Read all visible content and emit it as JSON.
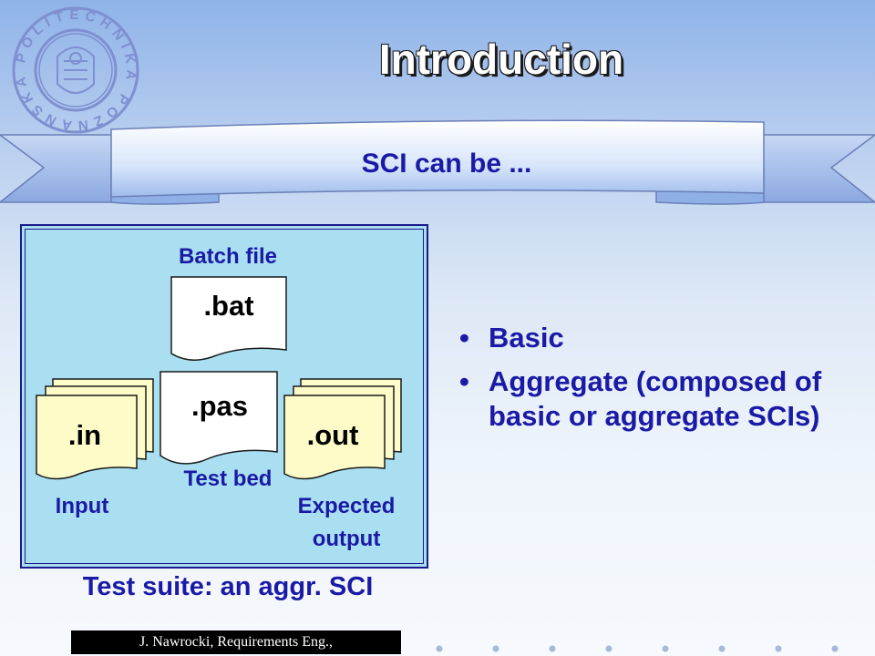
{
  "slide": {
    "title": "Introduction",
    "subtitle": "SCI can be ...",
    "logo_text": "POLITECHNIKA POZNANSKA",
    "diagram": {
      "batch_label": "Batch file",
      "bat": ".bat",
      "pas": ".pas",
      "testbed_label": "Test bed",
      "in": ".in",
      "input_label": "Input",
      "out": ".out",
      "expected_label_line1": "Expected",
      "expected_label_line2": "output"
    },
    "caption": "Test suite: an aggr. SCI",
    "bullets": [
      "Basic",
      "Aggregate (composed of basic or aggregate SCIs)"
    ],
    "bullet_symbol": "•",
    "footer": "J. Nawrocki, Requirements Eng.,"
  },
  "colors": {
    "text_blue": "#1a1aa6",
    "box_fill": "#a9dff0",
    "doc_fill": "#fdfbc7"
  }
}
